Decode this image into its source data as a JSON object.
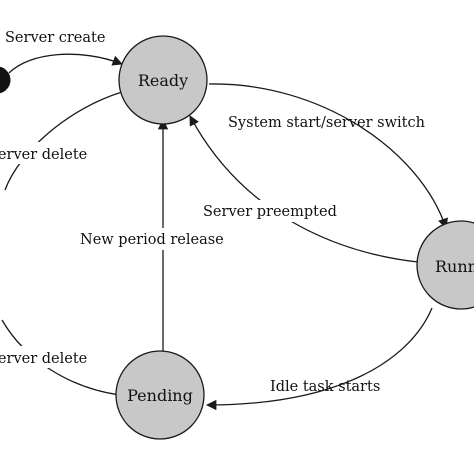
{
  "states": {
    "ready": "Ready",
    "running": "Running",
    "pending": "Pending"
  },
  "transitions": {
    "server_create": "Server create",
    "server_delete_top": "Server delete",
    "server_delete_bottom": "Server delete",
    "system_start": "System start/server switch",
    "server_preempted": "Server preempted",
    "new_period_release": "New period release",
    "idle_task_starts": "Idle task starts"
  },
  "colors": {
    "state_fill": "#c8c8c8",
    "stroke": "#1a1a1a",
    "start_node": "#111111"
  }
}
